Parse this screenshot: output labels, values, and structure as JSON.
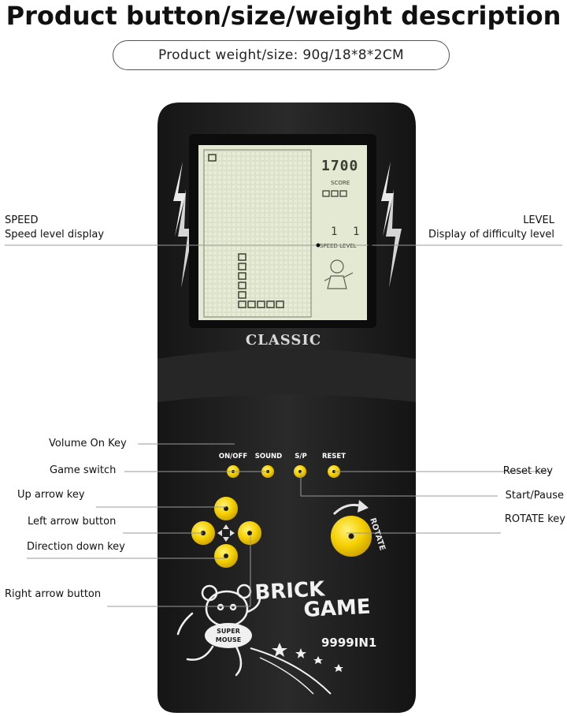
{
  "header": {
    "title": "Product button/size/weight description",
    "subtitle": "Product weight/size: 90g/18*8*2CM"
  },
  "device": {
    "brand": "CLASSIC",
    "name_line1": "BRICK",
    "name_line2": "GAME",
    "model": "9999IN1",
    "mascot_line1": "SUPER",
    "mascot_line2": "MOUSE",
    "rotate_label": "ROTATE",
    "top_buttons": [
      "ON/OFF",
      "SOUND",
      "S/P",
      "RESET"
    ],
    "button_color": "#f5d000",
    "body_color": "#1e1e1e"
  },
  "screen": {
    "score_digits": "1700",
    "score_label": "SCORE",
    "speed_label": "SPEED LEVEL",
    "speed_value": "1",
    "level_value": "1"
  },
  "callouts": {
    "speed_title": "SPEED",
    "speed_desc": "Speed level display",
    "level_title": "LEVEL",
    "level_desc": "Display of difficulty level",
    "volume": "Volume On Key",
    "game_switch": "Game switch",
    "up": "Up arrow key",
    "left": "Left arrow button",
    "down": "Direction down key",
    "right_arrow": "Right arrow button",
    "reset": "Reset key",
    "start_pause": "Start/Pause",
    "rotate": "ROTATE key"
  }
}
